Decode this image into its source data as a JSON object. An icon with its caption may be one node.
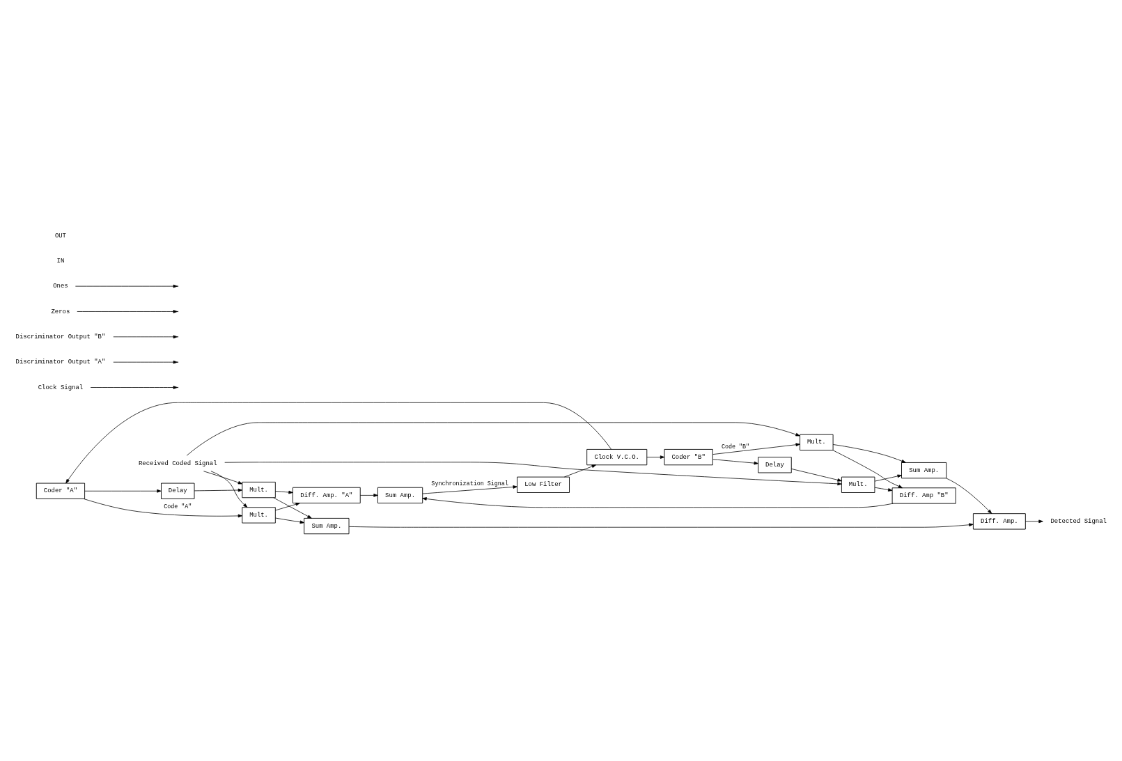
{
  "diagram": {
    "nodes": [
      {
        "text": [
          "Coder \"A\""
        ]
      },
      {
        "text": [
          "Mult."
        ]
      },
      {
        "text": [
          "Delay"
        ]
      },
      {
        "text": [
          "Mult."
        ]
      },
      {
        "text": [
          "Diff. Amp. \"A\""
        ]
      },
      {
        "text": [
          "Sum Amp."
        ]
      },
      {
        "text": [
          "Coder \"B\""
        ]
      },
      {
        "text": [
          "Mult."
        ]
      },
      {
        "text": [
          "Delay"
        ]
      },
      {
        "text": [
          "Mult."
        ]
      },
      {
        "text": [
          "Diff. Amp \"B\""
        ]
      },
      {
        "text": [
          "Sum Amp."
        ]
      },
      {
        "text": [
          "Sum Amp."
        ]
      },
      {
        "text": [
          "Diff. Amp."
        ]
      },
      {
        "text": [
          "Clock V.C.O."
        ]
      },
      {
        "text": [
          "Low Filter"
        ]
      },
      {
        "text": [
          "Received Coded Signal"
        ]
      },
      {
        "text": [
          "Detected Signal"
        ]
      },
      {
        "text": [
          "Clock Signal"
        ]
      },
      {
        "text": [
          "Discriminator Output \"A\""
        ]
      },
      {
        "text": [
          "Discriminator Output \"B\""
        ]
      },
      {
        "text": [
          "Zeros"
        ]
      },
      {
        "text": [
          "Ones"
        ]
      }
    ],
    "edges": [
      {
        "from": 0,
        "to": 1,
        "arrow": "to",
        "label": "Code \"A\""
      },
      {
        "from": 0,
        "to": 2,
        "arrow": "to"
      },
      {
        "from": 2,
        "to": 3,
        "arrow": "to"
      },
      {
        "from": 16,
        "to": 1,
        "arrow": "to"
      },
      {
        "from": 16,
        "to": 3,
        "arrow": "to"
      },
      {
        "from": 16,
        "to": 7,
        "arrow": "to"
      },
      {
        "from": 16,
        "to": 9,
        "arrow": "to"
      },
      {
        "from": 1,
        "to": 4,
        "arrow": "to"
      },
      {
        "from": 1,
        "to": 5,
        "arrow": "to"
      },
      {
        "from": 3,
        "to": 4,
        "arrow": "to"
      },
      {
        "from": 3,
        "to": 5,
        "arrow": "to"
      },
      {
        "from": 6,
        "to": 7,
        "arrow": "to",
        "label": "Code \"B\""
      },
      {
        "from": 6,
        "to": 8,
        "arrow": "to"
      },
      {
        "from": 8,
        "to": 9,
        "arrow": "to"
      },
      {
        "from": 7,
        "to": 10,
        "arrow": "to"
      },
      {
        "from": 7,
        "to": 11,
        "arrow": "to"
      },
      {
        "from": 9,
        "to": 10,
        "arrow": "to"
      },
      {
        "from": 9,
        "to": 11,
        "arrow": "to"
      },
      {
        "from": 4,
        "to": 12,
        "arrow": "to"
      },
      {
        "from": 10,
        "to": 12,
        "arrow": "to"
      },
      {
        "from": 5,
        "to": 13,
        "arrow": "to"
      },
      {
        "from": 11,
        "to": 13,
        "arrow": "to"
      },
      {
        "from": 12,
        "to": 15,
        "arrow": "to",
        "label": "Synchronization Signal"
      },
      {
        "from": 15,
        "to": 14,
        "arrow": "to"
      },
      {
        "from": 14,
        "to": 0,
        "arrow": "to"
      },
      {
        "from": 14,
        "to": 6,
        "arrow": "to"
      },
      {
        "from": 13,
        "to": 17,
        "arrow": "to"
      },
      {
        "from": 18,
        "to": null,
        "arrow": "to"
      },
      {
        "from": 19,
        "to": null,
        "arrow": "to"
      },
      {
        "from": 20,
        "to": null,
        "arrow": "to"
      },
      {
        "from": 21,
        "to": null,
        "arrow": "to"
      },
      {
        "from": 22,
        "to": null,
        "arrow": "to"
      }
    ],
    "labels": [
      "IN",
      "OUT"
    ]
  }
}
